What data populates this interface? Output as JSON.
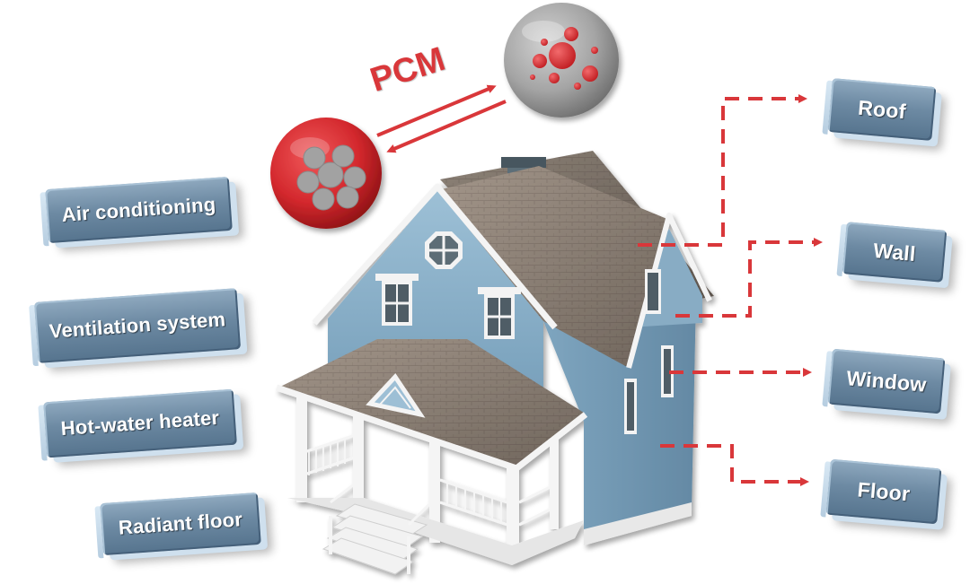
{
  "pcm_label": "PCM",
  "applications_left": [
    "Air conditioning",
    "Ventilation system",
    "Hot-water heater",
    "Radiant floor"
  ],
  "building_parts_right": [
    "Roof",
    "Wall",
    "Window",
    "Floor"
  ],
  "colors": {
    "accent_red": "#d9373a",
    "tile_blue": "#6d8aa3",
    "house_siding": "#8fb4cc",
    "roof_shingle": "#8a7f75",
    "phase_gray": "#9b9b9b"
  },
  "icons": {
    "solid_phase": "red-sphere-with-gray-particles-icon",
    "liquid_phase": "gray-sphere-with-red-droplets-icon",
    "house": "house-illustration"
  }
}
